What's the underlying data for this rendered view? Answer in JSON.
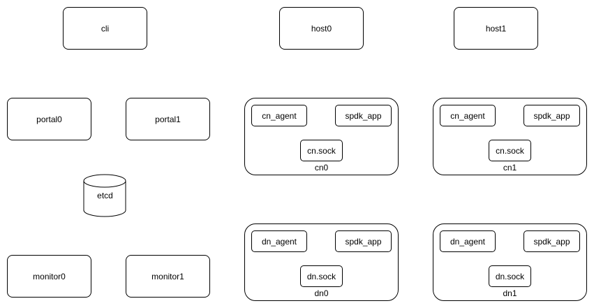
{
  "nodes": {
    "cli": "cli",
    "host0": "host0",
    "host1": "host1",
    "portal0": "portal0",
    "portal1": "portal1",
    "etcd": "etcd",
    "monitor0": "monitor0",
    "monitor1": "monitor1"
  },
  "groups": {
    "cn0": {
      "label": "cn0",
      "agent": "cn_agent",
      "app": "spdk_app",
      "sock": "cn.sock"
    },
    "cn1": {
      "label": "cn1",
      "agent": "cn_agent",
      "app": "spdk_app",
      "sock": "cn.sock"
    },
    "dn0": {
      "label": "dn0",
      "agent": "dn_agent",
      "app": "spdk_app",
      "sock": "dn.sock"
    },
    "dn1": {
      "label": "dn1",
      "agent": "dn_agent",
      "app": "spdk_app",
      "sock": "dn.sock"
    }
  }
}
